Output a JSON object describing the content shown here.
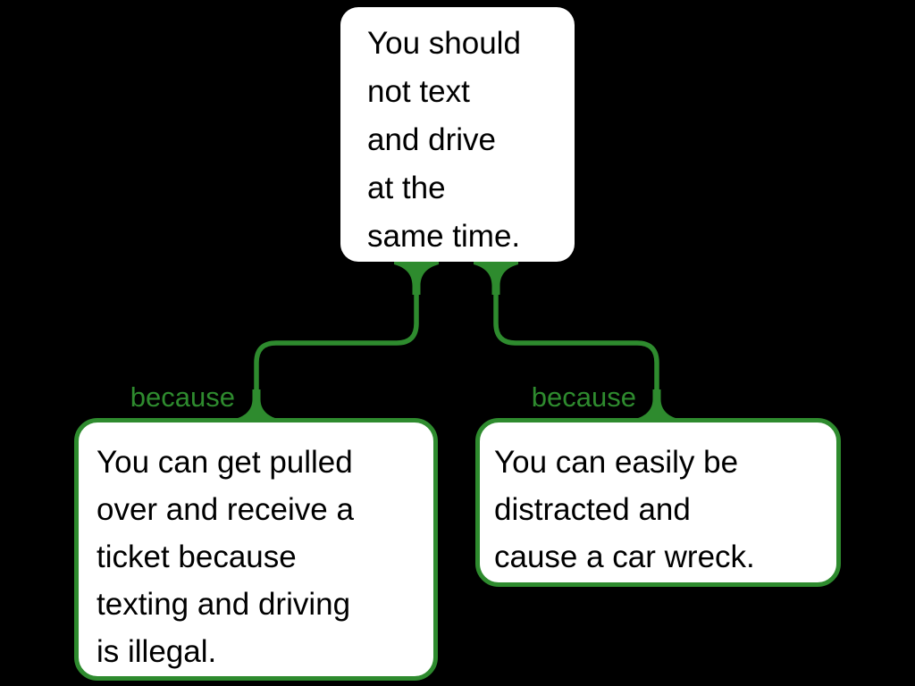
{
  "colors": {
    "background": "#000000",
    "node_fill": "#ffffff",
    "node_text": "#000000",
    "accent_green": "#2e8b2e"
  },
  "diagram": {
    "type": "argument-map",
    "nodes": {
      "claim": {
        "text": "You should\nnot text\nand drive\nat the\nsame time."
      },
      "reason_left": {
        "text": "You can get pulled\nover and receive a\nticket because\ntexting and driving\nis illegal."
      },
      "reason_right": {
        "text": "You can easily be\ndistracted and\ncause a car wreck."
      }
    },
    "connectors": {
      "left": {
        "label": "because",
        "from": "claim",
        "to": "reason_left"
      },
      "right": {
        "label": "because",
        "from": "claim",
        "to": "reason_right"
      }
    }
  }
}
